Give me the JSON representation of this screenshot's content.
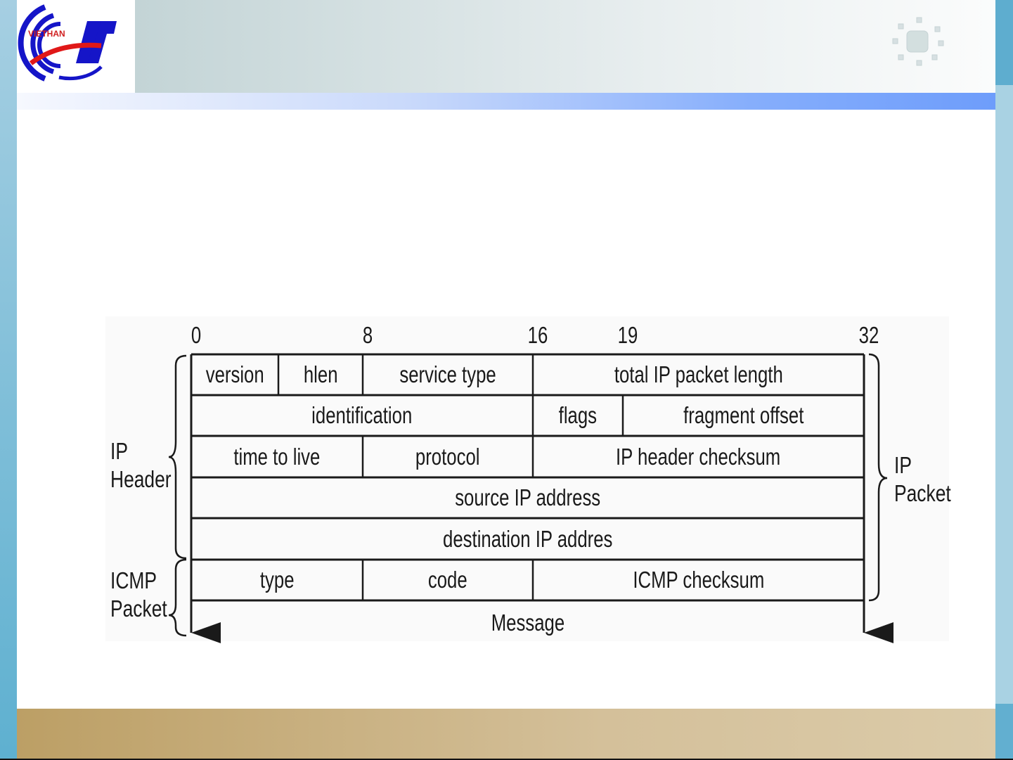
{
  "logo": {
    "text": "VIETHAN IT"
  },
  "diagram": {
    "bit_labels": [
      "0",
      "8",
      "16",
      "19",
      "32"
    ],
    "rows": [
      [
        {
          "label": "version",
          "from": 0,
          "to": 4
        },
        {
          "label": "hlen",
          "from": 4,
          "to": 8
        },
        {
          "label": "service type",
          "from": 8,
          "to": 16
        },
        {
          "label": "total IP packet length",
          "from": 16,
          "to": 32
        }
      ],
      [
        {
          "label": "identification",
          "from": 0,
          "to": 16
        },
        {
          "label": "flags",
          "from": 16,
          "to": 19
        },
        {
          "label": "fragment offset",
          "from": 19,
          "to": 32
        }
      ],
      [
        {
          "label": "time to live",
          "from": 0,
          "to": 8
        },
        {
          "label": "protocol",
          "from": 8,
          "to": 16
        },
        {
          "label": "IP header checksum",
          "from": 16,
          "to": 32
        }
      ],
      [
        {
          "label": "source IP address",
          "from": 0,
          "to": 32
        }
      ],
      [
        {
          "label": "destination IP addres",
          "from": 0,
          "to": 32
        }
      ],
      [
        {
          "label": "type",
          "from": 0,
          "to": 8
        },
        {
          "label": "code",
          "from": 8,
          "to": 16
        },
        {
          "label": "ICMP checksum",
          "from": 16,
          "to": 32
        }
      ]
    ],
    "message_label": "Message",
    "ip_header_label": [
      "IP",
      "Header"
    ],
    "icmp_packet_label": [
      "ICMP",
      "Packet"
    ],
    "ip_packet_label": [
      "IP",
      "Packet"
    ]
  }
}
